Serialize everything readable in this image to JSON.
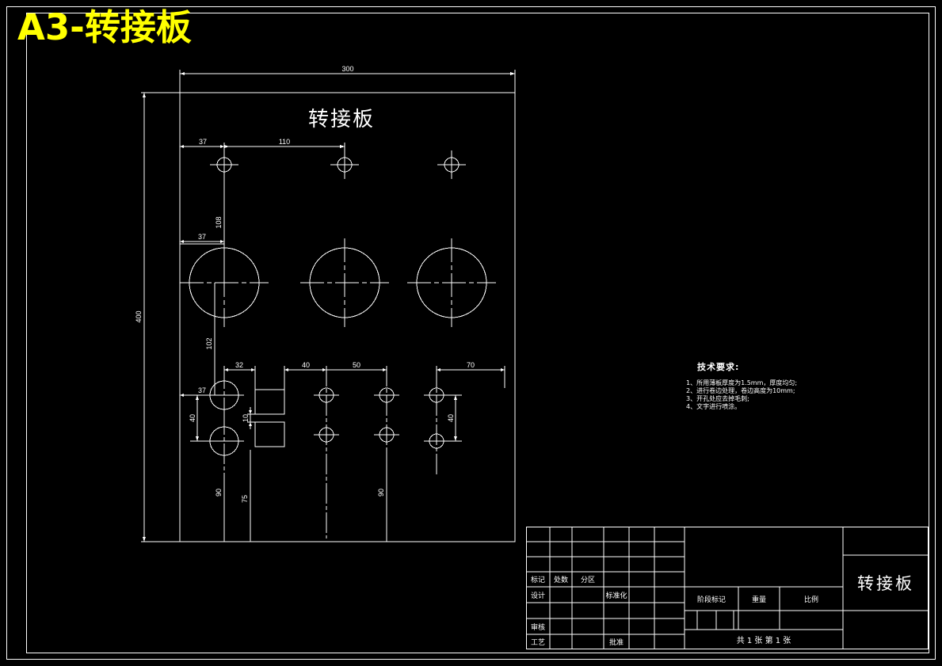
{
  "window": {
    "title": "A3-转接板"
  },
  "drawing": {
    "part_title": "转接板",
    "colors": {
      "background": "#000000",
      "line": "#ffffff",
      "title_accent": "#ffff00"
    },
    "dimensions": {
      "overall_width": "300",
      "overall_height": "400",
      "top_hole_left_offset": "37",
      "top_hole_pitch": "110",
      "top_to_big_circle": "108",
      "big_circle_left_offset": "37",
      "big_circle_to_lower": "102",
      "slot_width": "32",
      "slot_gap": "10",
      "hole_group_a": "40",
      "hole_group_b": "50",
      "hole_group_c": "70",
      "lower_left_offset": "37",
      "lower_vert_pitch": "40",
      "right_vert_pitch": "40",
      "bottom_dim_left": "90",
      "bottom_dim_slot": "75",
      "bottom_dim_mid": "90"
    }
  },
  "tech_notes": {
    "heading": "技术要求:",
    "items": [
      "1、所用薄板厚度为1.5mm，厚度均匀;",
      "2、进行卷边处理，卷边高度为10mm;",
      "3、开孔处应去掉毛刺;",
      "4、文字进行喷涂。"
    ]
  },
  "title_block": {
    "row_labels": {
      "mark": "标记",
      "count": "处数",
      "zone": "分区"
    },
    "roles": {
      "design": "设计",
      "review": "审核",
      "process": "工艺",
      "standardize": "标准化",
      "approve": "批准"
    },
    "stage": {
      "stage_mark": "阶段标记",
      "weight": "重量",
      "scale": "比例"
    },
    "sheet": {
      "text": "共 1 张  第 1 张"
    },
    "part_name": "转接板"
  }
}
